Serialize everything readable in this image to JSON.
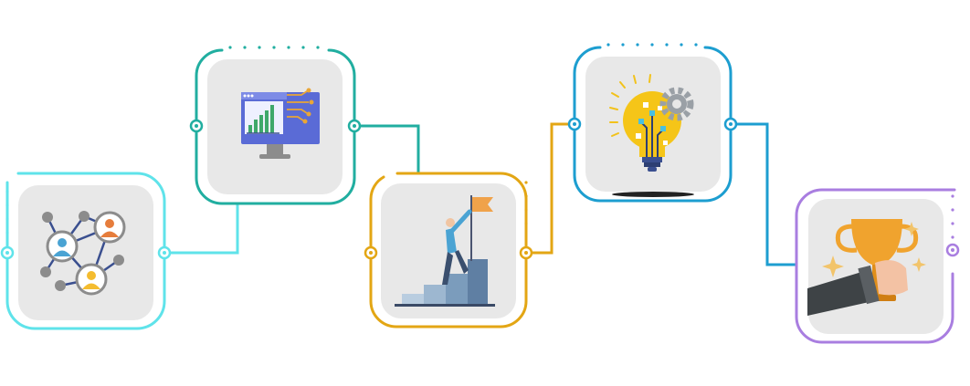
{
  "colors": {
    "cyan": "#5fe3ea",
    "teal": "#21aea0",
    "gold": "#e3a614",
    "blue": "#1d9ed0",
    "purple": "#a97ee0",
    "tile": "#e8e8e8"
  },
  "steps": [
    {
      "id": "step-1",
      "icon": "network-people-icon",
      "color": "cyan"
    },
    {
      "id": "step-2",
      "icon": "monitor-chart-icon",
      "color": "teal"
    },
    {
      "id": "step-3",
      "icon": "climbing-flag-icon",
      "color": "gold"
    },
    {
      "id": "step-4",
      "icon": "lightbulb-gear-icon",
      "color": "blue"
    },
    {
      "id": "step-5",
      "icon": "trophy-hand-icon",
      "color": "purple"
    }
  ]
}
